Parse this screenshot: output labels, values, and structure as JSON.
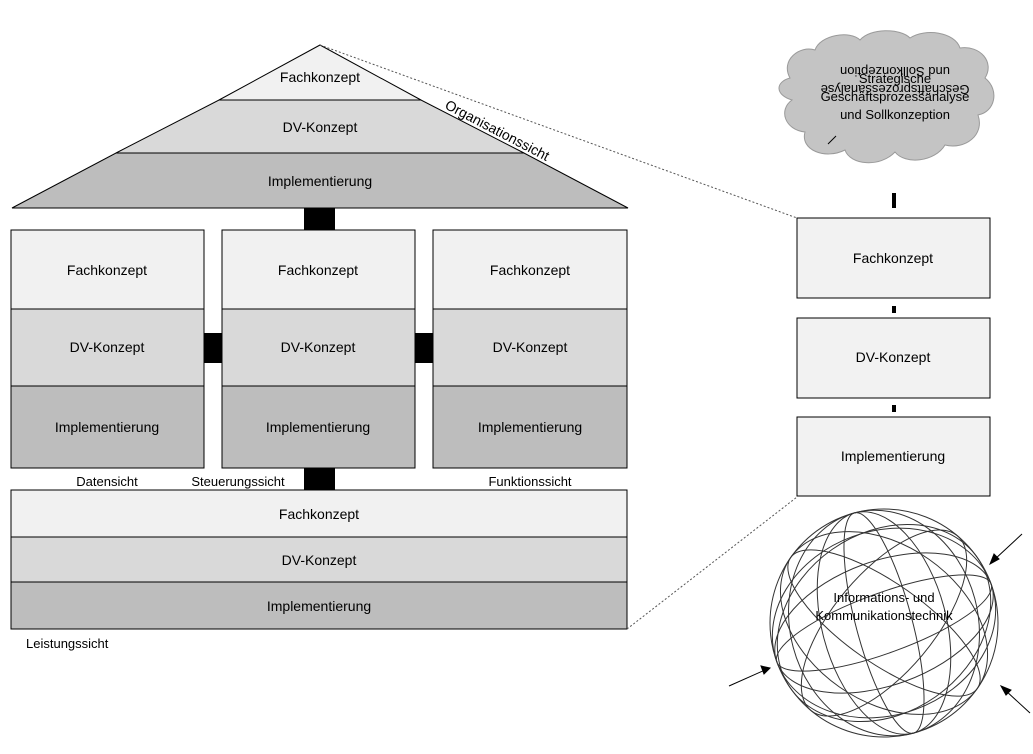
{
  "house": {
    "roof": {
      "layers": [
        "Fachkonzept",
        "DV-Konzept",
        "Implementierung"
      ],
      "side_label": "Organisationssicht"
    },
    "columns": [
      {
        "layers": [
          "Fachkonzept",
          "DV-Konzept",
          "Implementierung"
        ],
        "caption": "Datensicht"
      },
      {
        "layers": [
          "Fachkonzept",
          "DV-Konzept",
          "Implementierung"
        ],
        "caption": "Steuerungssicht"
      },
      {
        "layers": [
          "Fachkonzept",
          "DV-Konzept",
          "Implementierung"
        ],
        "caption": "Funktionssicht"
      }
    ],
    "base": {
      "layers": [
        "Fachkonzept",
        "DV-Konzept",
        "Implementierung"
      ],
      "caption": "Leistungssicht"
    }
  },
  "right_stack": {
    "cloud": {
      "lines": [
        "Strategische",
        "Geschäftsprozessanalyse",
        "und Sollkonzeption"
      ]
    },
    "boxes": [
      "Fachkonzept",
      "DV-Konzept",
      "Implementierung"
    ],
    "globe": {
      "lines": [
        "Informations- und",
        "Kommunikationstechnik"
      ]
    }
  }
}
